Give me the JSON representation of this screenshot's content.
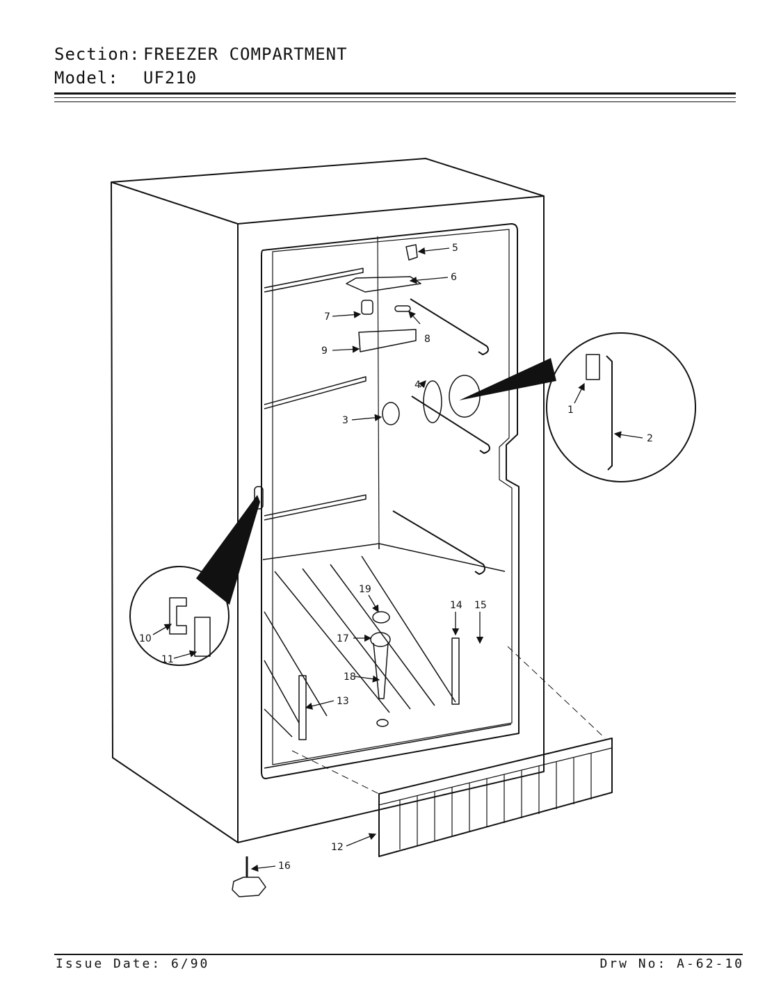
{
  "header": {
    "section_label": "Section:",
    "section_value": "FREEZER COMPARTMENT",
    "model_label": "Model:",
    "model_value": "UF210"
  },
  "footer": {
    "issue": "Issue Date: 6/90",
    "drawing": "Drw No: A-62-10"
  },
  "callouts": {
    "c1": "1",
    "c2": "2",
    "c3": "3",
    "c4": "4",
    "c5": "5",
    "c6": "6",
    "c7": "7",
    "c8": "8",
    "c9": "9",
    "c10": "10",
    "c11": "11",
    "c12": "12",
    "c13": "13",
    "c14": "14",
    "c15": "15",
    "c16": "16",
    "c17": "17",
    "c18": "18",
    "c19": "19"
  }
}
